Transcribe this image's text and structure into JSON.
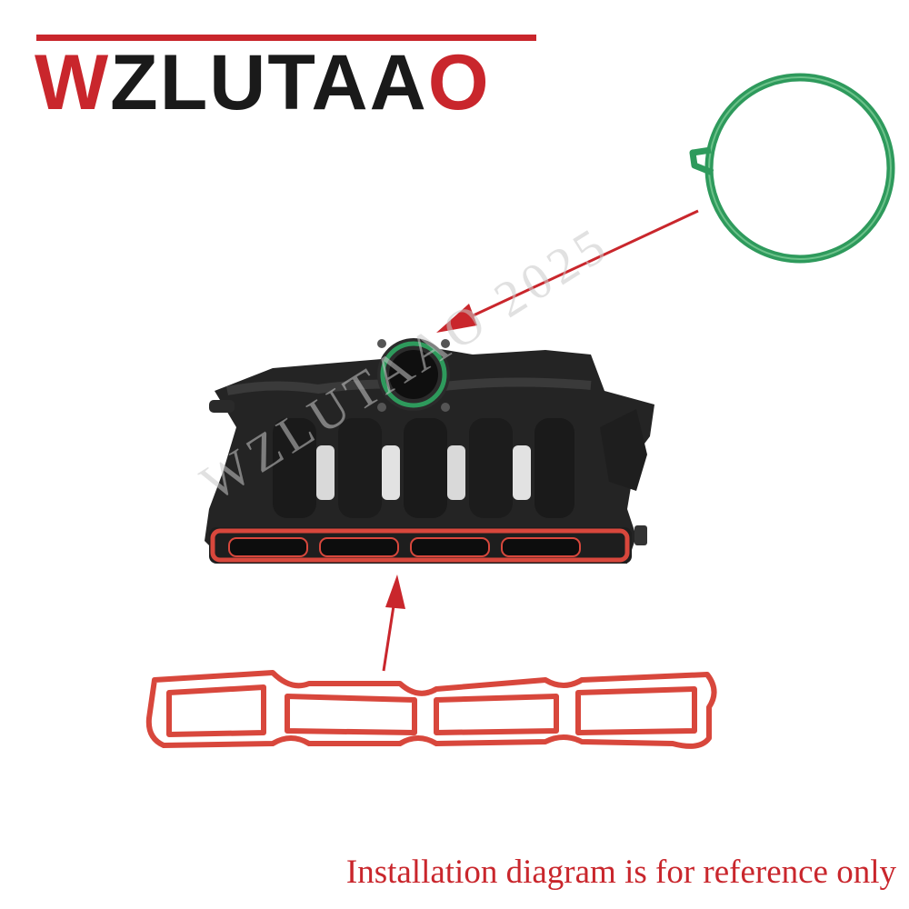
{
  "brand": {
    "logo_text": "WZLUTAAO",
    "accent_color": "#c9262c",
    "text_color": "#1a1a1a"
  },
  "watermark": "WZLUTAAO 2025",
  "caption": "Installation diagram is for reference only",
  "parts": {
    "throttle_gasket_color": "#2e9a5c",
    "manifold_gasket_color": "#d8473c",
    "manifold_color": "#222222"
  },
  "arrow_color": "#c9262c"
}
